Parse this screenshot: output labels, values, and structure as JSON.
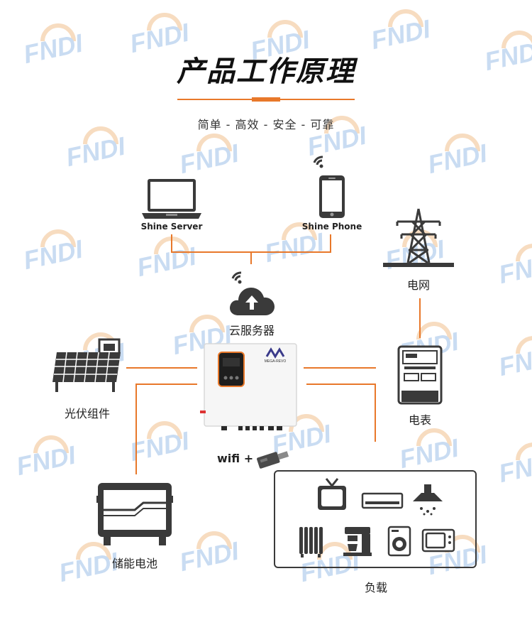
{
  "header": {
    "title": "产品工作原理",
    "subtitle": "简单 - 高效 - 安全 - 可靠"
  },
  "nodes": {
    "shine_server": "Shine Server",
    "shine_phone": "Shine Phone",
    "cloud_server": "云服务器",
    "grid": "电网",
    "meter": "电表",
    "pv_module": "光伏组件",
    "battery": "储能电池",
    "load": "负载",
    "wifi": "wifi +"
  },
  "inverter": {
    "brand": "MEGA-REVO"
  },
  "watermark": {
    "text": "FNDI"
  },
  "colors": {
    "accent": "#e8782a",
    "icon_dark": "#3a3a3a",
    "watermark_blue": "#c9dcf2",
    "watermark_orange": "#f7dcc0"
  }
}
